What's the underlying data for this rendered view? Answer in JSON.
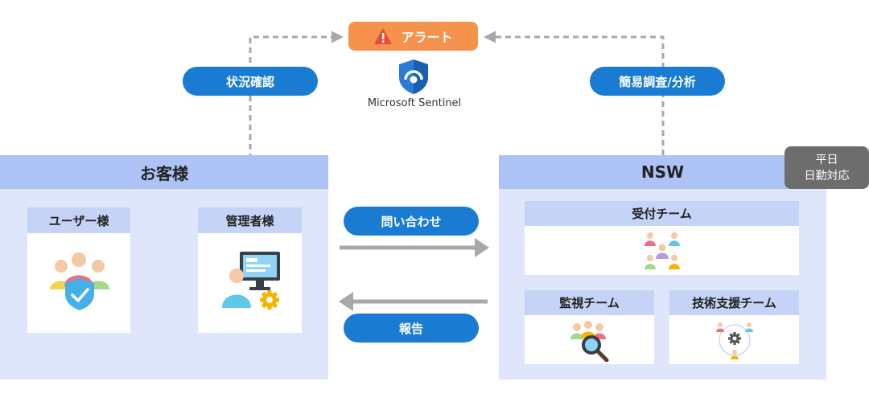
{
  "alert": {
    "label": "アラート",
    "icon": "warning-icon"
  },
  "sentinel": {
    "label": "Microsoft Sentinel",
    "icon": "microsoft-sentinel-icon"
  },
  "left_pill": {
    "label": "状況確認"
  },
  "right_pill": {
    "label": "簡易調査/分析"
  },
  "customer": {
    "title": "お客様",
    "user_card": {
      "title": "ユーザー様",
      "icon": "users-shield-icon"
    },
    "admin_card": {
      "title": "管理者様",
      "icon": "admin-computer-gear-icon"
    }
  },
  "flows": {
    "inquiry": "問い合わせ",
    "report": "報告"
  },
  "nsw": {
    "title": "NSW",
    "badge_line1": "平日",
    "badge_line2": "日勤対応",
    "reception": {
      "title": "受付チーム",
      "icon": "team-people-icon"
    },
    "monitoring": {
      "title": "監視チーム",
      "icon": "team-magnifier-icon"
    },
    "support": {
      "title": "技術支援チーム",
      "icon": "team-gear-icon"
    }
  },
  "colors": {
    "accent_blue": "#1a7bd3",
    "alert_orange": "#f5924b",
    "panel_bg": "#dfe6fb",
    "panel_header": "#adc2f5",
    "card_header": "#c5d3f6",
    "arrow_gray": "#a8a8a8"
  }
}
